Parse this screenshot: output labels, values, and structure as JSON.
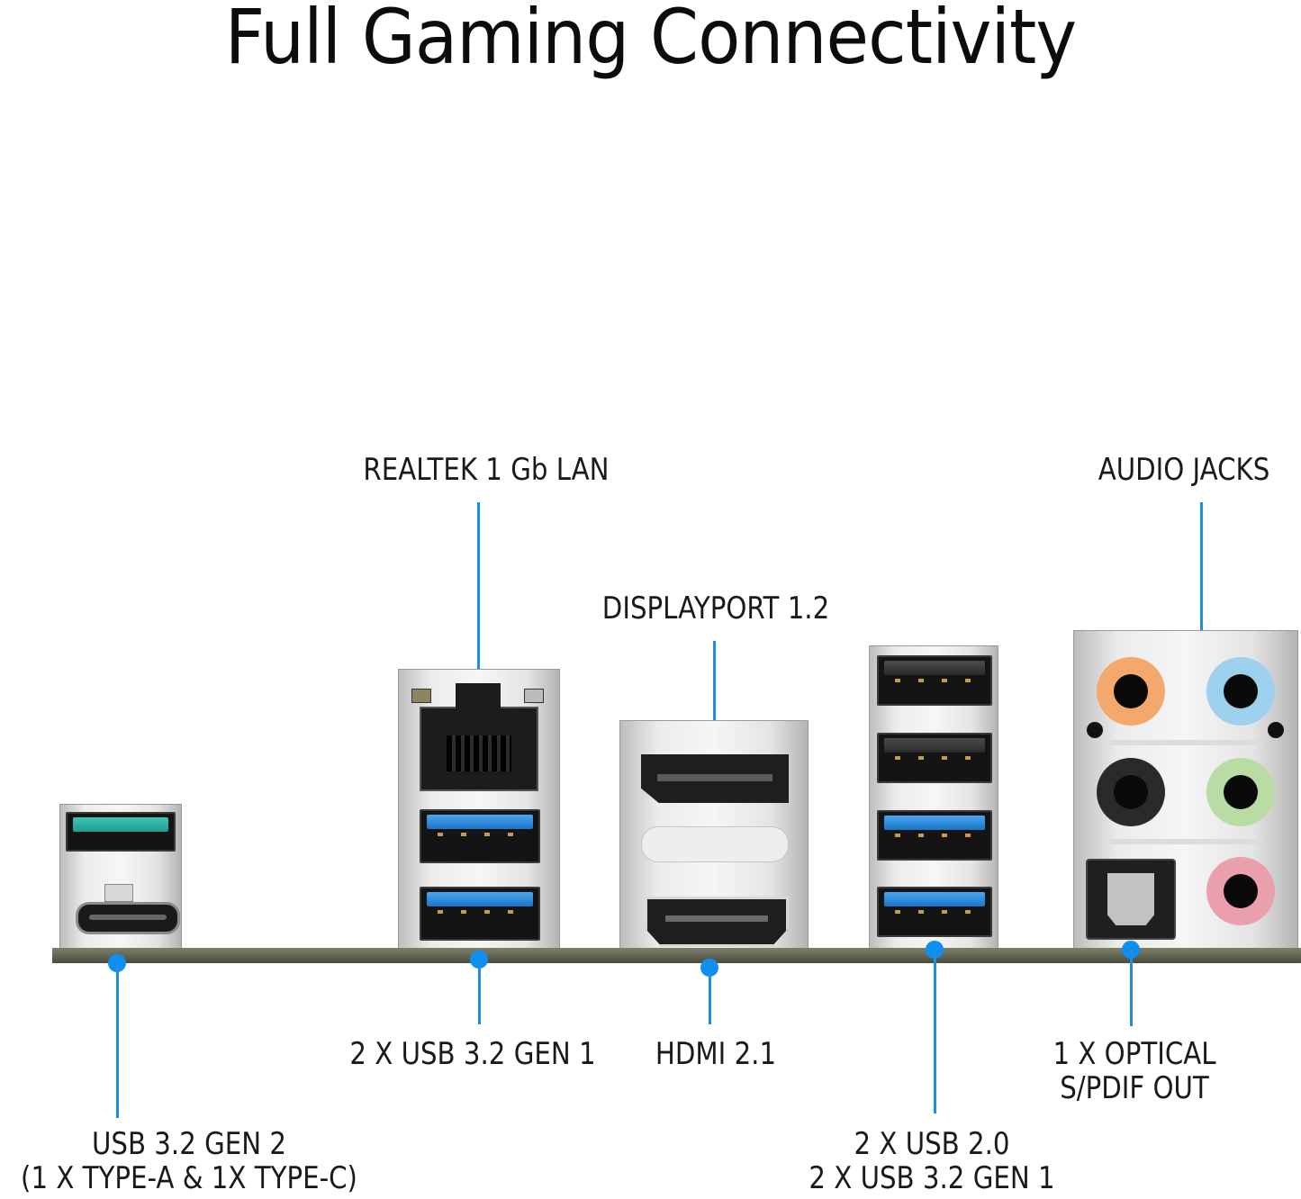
{
  "title": "Full Gaming Connectivity",
  "accent_color": "#0f8ff0",
  "callouts": {
    "lan": "REALTEK 1 Gb LAN",
    "displayport": "DISPLAYPORT 1.2",
    "audio": "AUDIO JACKS",
    "usb_gen2": [
      "USB 3.2 GEN 2",
      "(1 X TYPE-A & 1X TYPE-C)"
    ],
    "usb_gen1_lan": "2 X USB 3.2 GEN 1",
    "hdmi": "HDMI 2.1",
    "usb_stack": [
      "2 X USB 2.0",
      "2 X USB 3.2 GEN 1"
    ],
    "optical": [
      "1 X OPTICAL",
      "S/PDIF OUT"
    ]
  },
  "ports": {
    "audio_jack_colors": [
      "#f3a86c",
      "#9dd0ec",
      "#2a2a2a",
      "#b9dca4",
      "#eaa0ac"
    ]
  }
}
